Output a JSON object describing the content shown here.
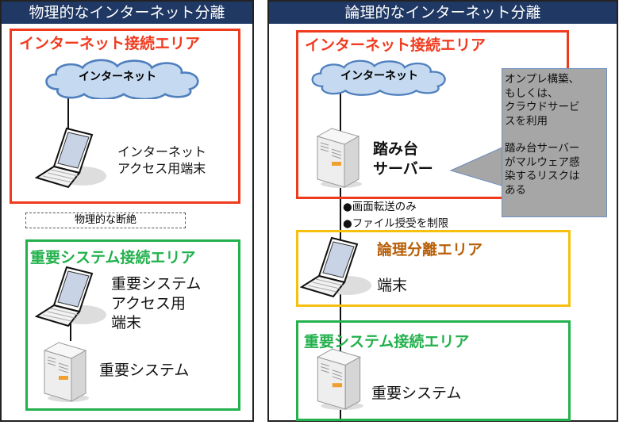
{
  "left": {
    "header": "物理的なインターネット分離",
    "internet_area": {
      "title": "インターネット接続エリア",
      "cloud": "インターネット",
      "terminal_lines": [
        "インターネット",
        "アクセス用端末"
      ]
    },
    "gap_label": "物理的な断絶",
    "critical_area": {
      "title": "重要システム接続エリア",
      "terminal_lines": [
        "重要システム",
        "アクセス用",
        "端末"
      ],
      "server": "重要システム"
    }
  },
  "right": {
    "header": "論理的なインターネット分離",
    "internet_area": {
      "title": "インターネット接続エリア",
      "cloud": "インターネット",
      "server_lines": [
        "踏み台",
        "サーバー"
      ]
    },
    "callout": {
      "lines1": [
        "オンプレ構築、",
        "もしくは、",
        "クラウドサービ",
        "スを利用"
      ],
      "lines2": [
        "踏み台サーバー",
        "がマルウェア感",
        "染するリスクは",
        "ある"
      ]
    },
    "bullets": [
      "●画面転送のみ",
      "●ファイル授受を制限"
    ],
    "logical_area": {
      "title": "論理分離エリア",
      "terminal": "端末"
    },
    "critical_area": {
      "title": "重要システム接続エリア",
      "server": "重要システム"
    }
  },
  "colors": {
    "header": "#1f3864",
    "red": "#f03a1e",
    "green": "#22b14c",
    "yellow": "#f5c010",
    "logical_title": "#b8600a",
    "callout": "#a6a6a6"
  }
}
